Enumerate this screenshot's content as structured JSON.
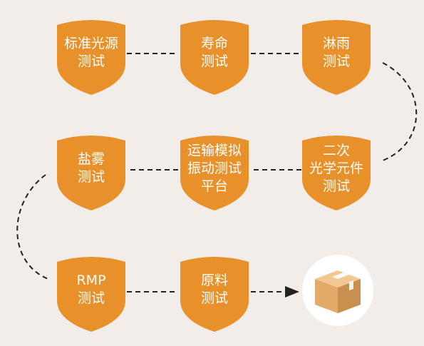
{
  "diagram": {
    "steps": [
      {
        "lines": [
          "标准光源",
          "测试"
        ]
      },
      {
        "lines": [
          "寿命",
          "测试"
        ]
      },
      {
        "lines": [
          "淋雨",
          "测试"
        ]
      },
      {
        "lines": [
          "二次",
          "光学元件",
          "测试"
        ]
      },
      {
        "lines": [
          "运输模拟",
          "振动测试",
          "平台"
        ]
      },
      {
        "lines": [
          "盐雾",
          "测试"
        ]
      },
      {
        "lines": [
          "RMP",
          "测试"
        ]
      },
      {
        "lines": [
          "原料",
          "测试"
        ]
      }
    ],
    "end_icon": "package-box-icon",
    "colors": {
      "background": "#f2ede8",
      "shield": "#e8912a",
      "connector": "#222222",
      "box": "#e7b781",
      "box_dark": "#c8904f"
    }
  }
}
